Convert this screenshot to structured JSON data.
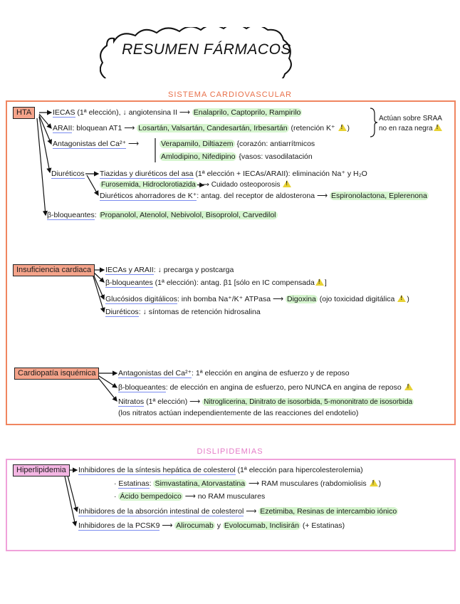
{
  "title": "RESUMEN FÁRMACOS",
  "sections": {
    "cardio": {
      "heading": "SISTEMA CARDIOVASCULAR",
      "color": "#f08560",
      "hta": {
        "tag": "HTA",
        "lines": {
          "iecas": {
            "head": "IECAS",
            "rest": " (1ª elección), ↓ angiotensina II ⟶ ",
            "drugs": "Enalaprilo, Captoprilo, Rampirilo"
          },
          "araii": {
            "head": "ARAII",
            "rest": ": bloquean AT1 ⟶ ",
            "drugs": "Losartán, Valsartán, Candesartán, Irbesartán",
            "note": " (retención K⁺ ",
            "note_end": ")"
          },
          "brace_note_1": "Actúan sobre SRAA",
          "brace_note_2": "no en raza negra",
          "antag_ca": {
            "head": "Antagonistas del Ca²⁺",
            "arrow": " ⟶ "
          },
          "ca_line1": {
            "drugs": "Verapamilo, Diltiazem",
            "note": " {corazón: antiarrítmicos"
          },
          "ca_line2": {
            "drugs": "Amlodipino, Nifedipino",
            "note": " {vasos: vasodilatación"
          },
          "diureticos": {
            "head": "Diuréticos"
          },
          "tiazidas": {
            "head": "Tiazidas y diuréticos del asa",
            "rest": " (1ª elección + IECAs/ARAII): eliminación Na⁺ y H₂O"
          },
          "furosemida": {
            "drugs": "Furosemida, Hidroclorotiazida",
            "note": " ⟶ Cuidado osteoporosis "
          },
          "ahorradores": {
            "head": "Diuréticos ahorradores de K⁺",
            "rest": ": antag. del receptor de aldosterona ⟶ ",
            "drugs": "Espironolactona, Eplerenona"
          },
          "bbloq": {
            "head": "β-bloqueantes",
            "rest": ": ",
            "drugs": "Propanolol, Atenolol, Nebivolol, Bisoprolol, Carvedilol"
          }
        }
      },
      "ic": {
        "tag": "Insuficiencia cardiaca",
        "lines": {
          "l1": {
            "head": "IECAs y ARAII",
            "rest": ": ↓ precarga y postcarga"
          },
          "l2": {
            "head": "β-bloqueantes",
            "rest": " (1ª elección): antag. β1 [sólo en IC compensada",
            "end": "]"
          },
          "l3": {
            "head": "Glucósidos digitálicos",
            "rest": ": inh bomba Na⁺/K⁺ ATPasa ⟶ ",
            "drugs": "Digoxina",
            "note": " (ojo toxicidad digitálica ",
            "end": ")"
          },
          "l4": {
            "head": "Diuréticos",
            "rest": ": ↓ síntomas de retención hidrosalina"
          }
        }
      },
      "ci": {
        "tag": "Cardiopatía isquémica",
        "lines": {
          "l1": {
            "head": "Antagonistas del Ca²⁺",
            "rest": ": 1ª elección en angina de esfuerzo y de reposo"
          },
          "l2": {
            "head": "β-bloqueantes",
            "rest": ": de elección en angina de esfuerzo, pero NUNCA en angina de reposo "
          },
          "l3": {
            "head": "Nitratos",
            "rest": " (1ª elección) ⟶ ",
            "drugs": "Nitroglicerina, Dinitrato de isosorbida, 5-mononitrato de isosorbida"
          },
          "l4": {
            "rest": "(los nitratos actúan independientemente de las reacciones del endotelio)"
          }
        }
      }
    },
    "disl": {
      "heading": "DISLIPIDEMIAS",
      "color": "#f0a2da",
      "hiper": {
        "tag": "Hiperlipidemia",
        "lines": {
          "l1": {
            "head": "Inhibidores de la síntesis hepática de colesterol",
            "rest": " (1ª elección para hipercolesterolemia)"
          },
          "l2": {
            "prefix": "· ",
            "head": "Estatinas",
            "rest": ": ",
            "drugs": "Simvastatina, Atorvastatina",
            "note": " ⟶ RAM musculares (rabdomiolisis ",
            "end": ")"
          },
          "l3": {
            "prefix": "· ",
            "drugs": "Ácido bempedoico",
            "note": " ⟶ no RAM musculares"
          },
          "l4": {
            "head": "Inhibidores de la absorción intestinal de colesterol",
            "rest": " ⟶ ",
            "drugs": "Ezetimiba, Resinas de intercambio iónico"
          },
          "l5": {
            "head": "Inhibidores de la PCSK9",
            "rest": " ⟶ ",
            "drugs": "Alirocumab",
            "mid": " y ",
            "drugs2": "Evolocumab, Inclisirán",
            "note": " (+ Estatinas)"
          }
        }
      }
    }
  },
  "icons": {
    "warning": "warning-triangle-icon",
    "arrow": "arrow-right-icon"
  },
  "colors": {
    "highlight_green": "#d6f5cf",
    "underline_blue": "#7b8cf0",
    "warning_yellow": "#e8d234",
    "tag_salmon": "#f4a38a",
    "tag_pink": "#f4b6e3"
  }
}
